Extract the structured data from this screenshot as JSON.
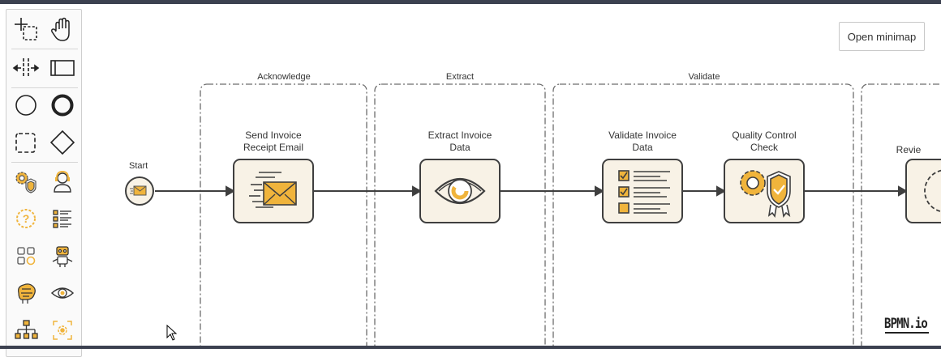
{
  "minimap": {
    "button_label": "Open minimap"
  },
  "palette": {
    "tools": [
      {
        "name": "lasso-tool-icon"
      },
      {
        "name": "hand-tool-icon"
      },
      {
        "name": "space-tool-icon"
      },
      {
        "name": "create-pool-icon"
      },
      {
        "name": "start-event-icon"
      },
      {
        "name": "end-event-icon"
      },
      {
        "name": "group-icon"
      },
      {
        "name": "gateway-icon"
      },
      {
        "name": "service-task-icon"
      },
      {
        "name": "user-task-icon"
      },
      {
        "name": "help-task-icon"
      },
      {
        "name": "list-task-icon"
      },
      {
        "name": "grid-task-icon"
      },
      {
        "name": "robot-task-icon"
      },
      {
        "name": "brain-task-icon"
      },
      {
        "name": "eye-task-icon"
      },
      {
        "name": "hierarchy-task-icon"
      },
      {
        "name": "focus-task-icon"
      }
    ]
  },
  "diagram": {
    "start_event": {
      "label": "Start"
    },
    "lanes": [
      {
        "label": "Acknowledge"
      },
      {
        "label": "Extract"
      },
      {
        "label": "Validate"
      }
    ],
    "tasks": [
      {
        "label_line1": "Send Invoice",
        "label_line2": "Receipt Email"
      },
      {
        "label_line1": "Extract Invoice",
        "label_line2": "Data"
      },
      {
        "label_line1": "Validate Invoice",
        "label_line2": "Data"
      },
      {
        "label_line1": "Quality Control",
        "label_line2": "Check"
      },
      {
        "label_line1": "Revie",
        "label_line2": ""
      }
    ]
  },
  "branding": {
    "logo_text": "BPMN.io"
  },
  "colors": {
    "accent": "#f0b43c",
    "task_fill": "#f8f2e6",
    "stroke": "#3f3f3f"
  }
}
